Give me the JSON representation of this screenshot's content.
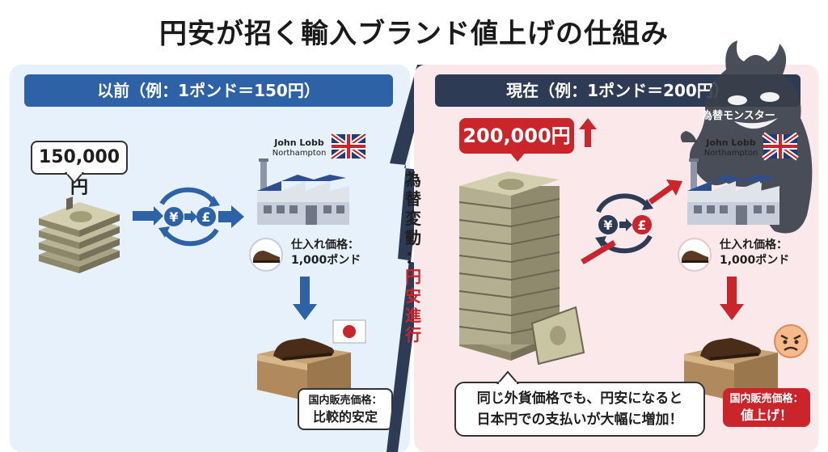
{
  "title": "円安が招く輸入ブランド値上げの仕組み",
  "left": {
    "header": "以前（例：1ポンド＝150円）",
    "yen_price": "150,000円",
    "brand_name": "John Lobb",
    "brand_location": "Northampton",
    "purchase_label_1": "仕入れ価格：",
    "purchase_label_2": "1,000ポンド",
    "domestic_label": "国内販売価格：",
    "domestic_status": "比較的安定",
    "yen_symbol": "¥",
    "pound_symbol": "£"
  },
  "divider": {
    "chars_black": [
      "為",
      "替",
      "変",
      "動",
      "："
    ],
    "chars_red": [
      "円",
      "安",
      "進",
      "行"
    ]
  },
  "right": {
    "header": "現在（例：1ポンド＝200円）",
    "yen_price": "200,000円",
    "monster_label": "為替モンスター",
    "brand_name": "John Lobb",
    "brand_location": "Northampton",
    "purchase_label_1": "仕入れ価格：",
    "purchase_label_2": "1,000ポンド",
    "domestic_label": "国内販売価格：",
    "domestic_status": "値上げ！",
    "explain_1": "同じ外貨価格でも、円安になると",
    "explain_2": "日本円での支払いが大幅に増加！",
    "yen_symbol": "¥",
    "pound_symbol": "£"
  },
  "colors": {
    "blue_accent": "#2d63a6",
    "red_accent": "#c9252b",
    "navy": "#2e3b54",
    "left_bg": "#e6f1fb",
    "right_bg": "#fbe8ea"
  },
  "icons": [
    "money-stack-icon",
    "currency-exchange-icon",
    "factory-icon",
    "uk-flag-icon",
    "japan-flag-icon",
    "shoe-icon",
    "shoebox-icon",
    "monster-icon",
    "angry-face-icon",
    "up-arrow-icon",
    "down-arrow-icon"
  ]
}
